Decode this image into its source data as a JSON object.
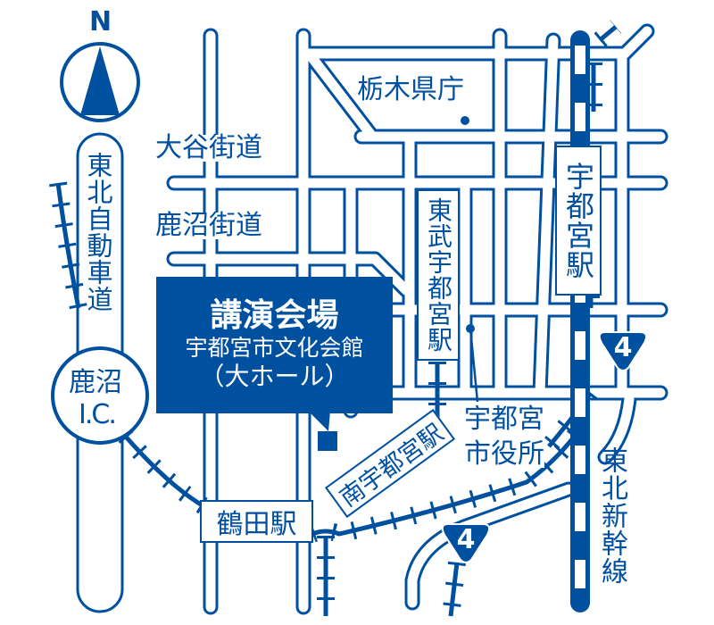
{
  "colors": {
    "primary": "#0050a0",
    "background": "#ffffff"
  },
  "compass": {
    "label": "N"
  },
  "expressway": {
    "name": "東北自動車道",
    "interchange_line1": "鹿沼",
    "interchange_line2": "I.C."
  },
  "roads": {
    "oya": "大谷街道",
    "kanuma": "鹿沼街道"
  },
  "landmarks": {
    "prefecture_office": "栃木県庁",
    "city_hall_line1": "宇都宮",
    "city_hall_line2": "市役所"
  },
  "venue": {
    "title": "講演会場",
    "name": "宇都宮市文化会館",
    "hall": "（大ホール）"
  },
  "stations": {
    "tobu_utsunomiya": "東武宇都宮駅",
    "utsunomiya": "宇都宮駅",
    "minami_utsunomiya": "南宇都宮駅",
    "tsuruta": "鶴田駅"
  },
  "railways": {
    "shinkansen": "東北新幹線"
  },
  "route_shields": [
    {
      "number": "4"
    },
    {
      "number": "4"
    }
  ]
}
